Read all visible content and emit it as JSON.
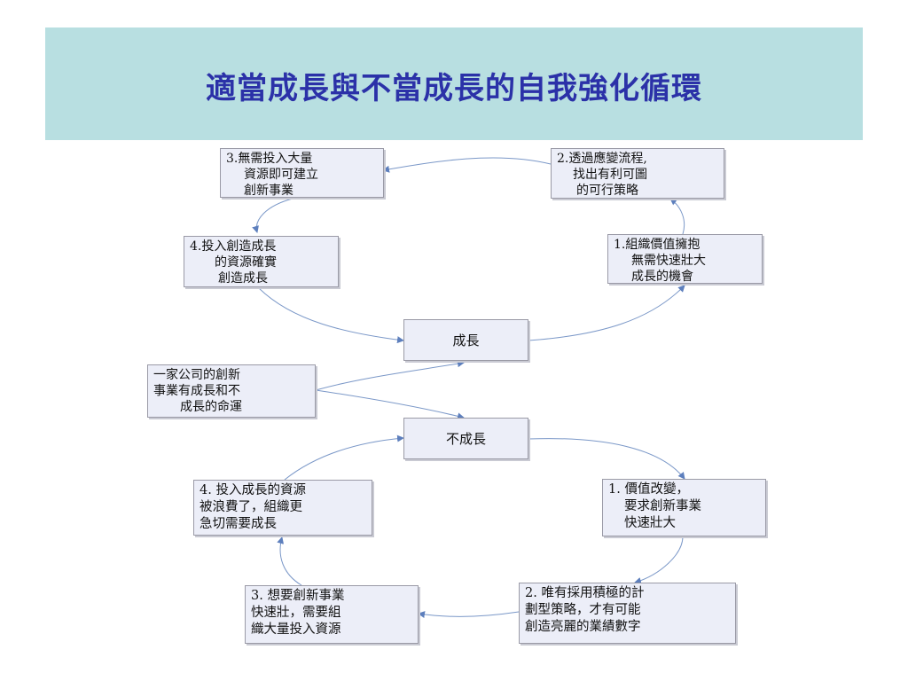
{
  "title": "適當成長與不當成長的自我強化循環",
  "nodes": {
    "start": [
      "一家公司的創新",
      "事業有成長和不",
      "成長的命運"
    ],
    "growth": [
      "成長"
    ],
    "no_growth": [
      "不成長"
    ],
    "g1": [
      "1.組織價值擁抱",
      "無需快速壯大",
      "成長的機會"
    ],
    "g2": [
      "2.透過應變流程,",
      "找出有利可圖",
      "的可行策略"
    ],
    "g3": [
      "3.無需投入大量",
      "資源即可建立",
      "創新事業"
    ],
    "g4": [
      "4.投入創造成長",
      "的資源確實",
      "創造成長"
    ],
    "n1": [
      "1. 價值改變，",
      "要求創新事業",
      "快速壯大"
    ],
    "n2": [
      "2. 唯有採用積極的計",
      "劃型策略，才有可能",
      "創造亮麗的業績數字"
    ],
    "n3": [
      "3. 想要創新事業",
      "快速壯，需要組",
      "織大量投入資源"
    ],
    "n4": [
      "4. 投入成長的資源",
      "被浪費了，組織更",
      "急切需要成長"
    ]
  },
  "colors": {
    "title_band": "#b8dfe1",
    "title_text": "#2b31a8",
    "box_fill": "#eceef8",
    "box_border": "#9a9aa6",
    "arrow": "#7b98c8"
  }
}
